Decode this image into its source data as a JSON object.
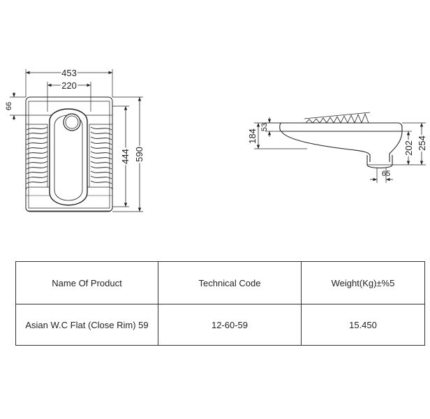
{
  "drawing": {
    "top_view": {
      "dims": {
        "overall_width": "453",
        "inner_width": "220",
        "front_rim": "66",
        "inner_length": "444",
        "overall_length": "590"
      }
    },
    "side_view": {
      "dims": {
        "total_height": "184",
        "rim_height": "53",
        "outlet_height": "202",
        "overall_height": "254",
        "outlet_width": "65"
      }
    }
  },
  "spec_table": {
    "headers": [
      "Name Of Product",
      "Technical Code",
      "Weight(Kg)±%5"
    ],
    "rows": [
      [
        "Asian W.C Flat (Close Rim) 59",
        "12-60-59",
        "15.450"
      ]
    ]
  }
}
